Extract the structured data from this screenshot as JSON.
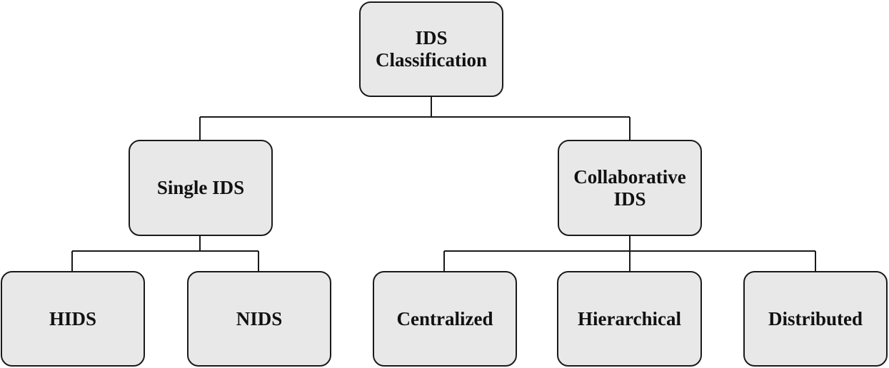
{
  "diagram": {
    "root": {
      "label": "IDS\nClassification"
    },
    "single": {
      "label": "Single IDS"
    },
    "collaborative": {
      "label": "Collaborative\nIDS"
    },
    "hids": {
      "label": "HIDS"
    },
    "nids": {
      "label": "NIDS"
    },
    "centralized": {
      "label": "Centralized"
    },
    "hierarchical": {
      "label": "Hierarchical"
    },
    "distributed": {
      "label": "Distributed"
    }
  },
  "colors": {
    "node_fill": "#e8e8e8",
    "node_border": "#1a1a1a",
    "connector": "#1a1a1a",
    "text": "#111111"
  }
}
